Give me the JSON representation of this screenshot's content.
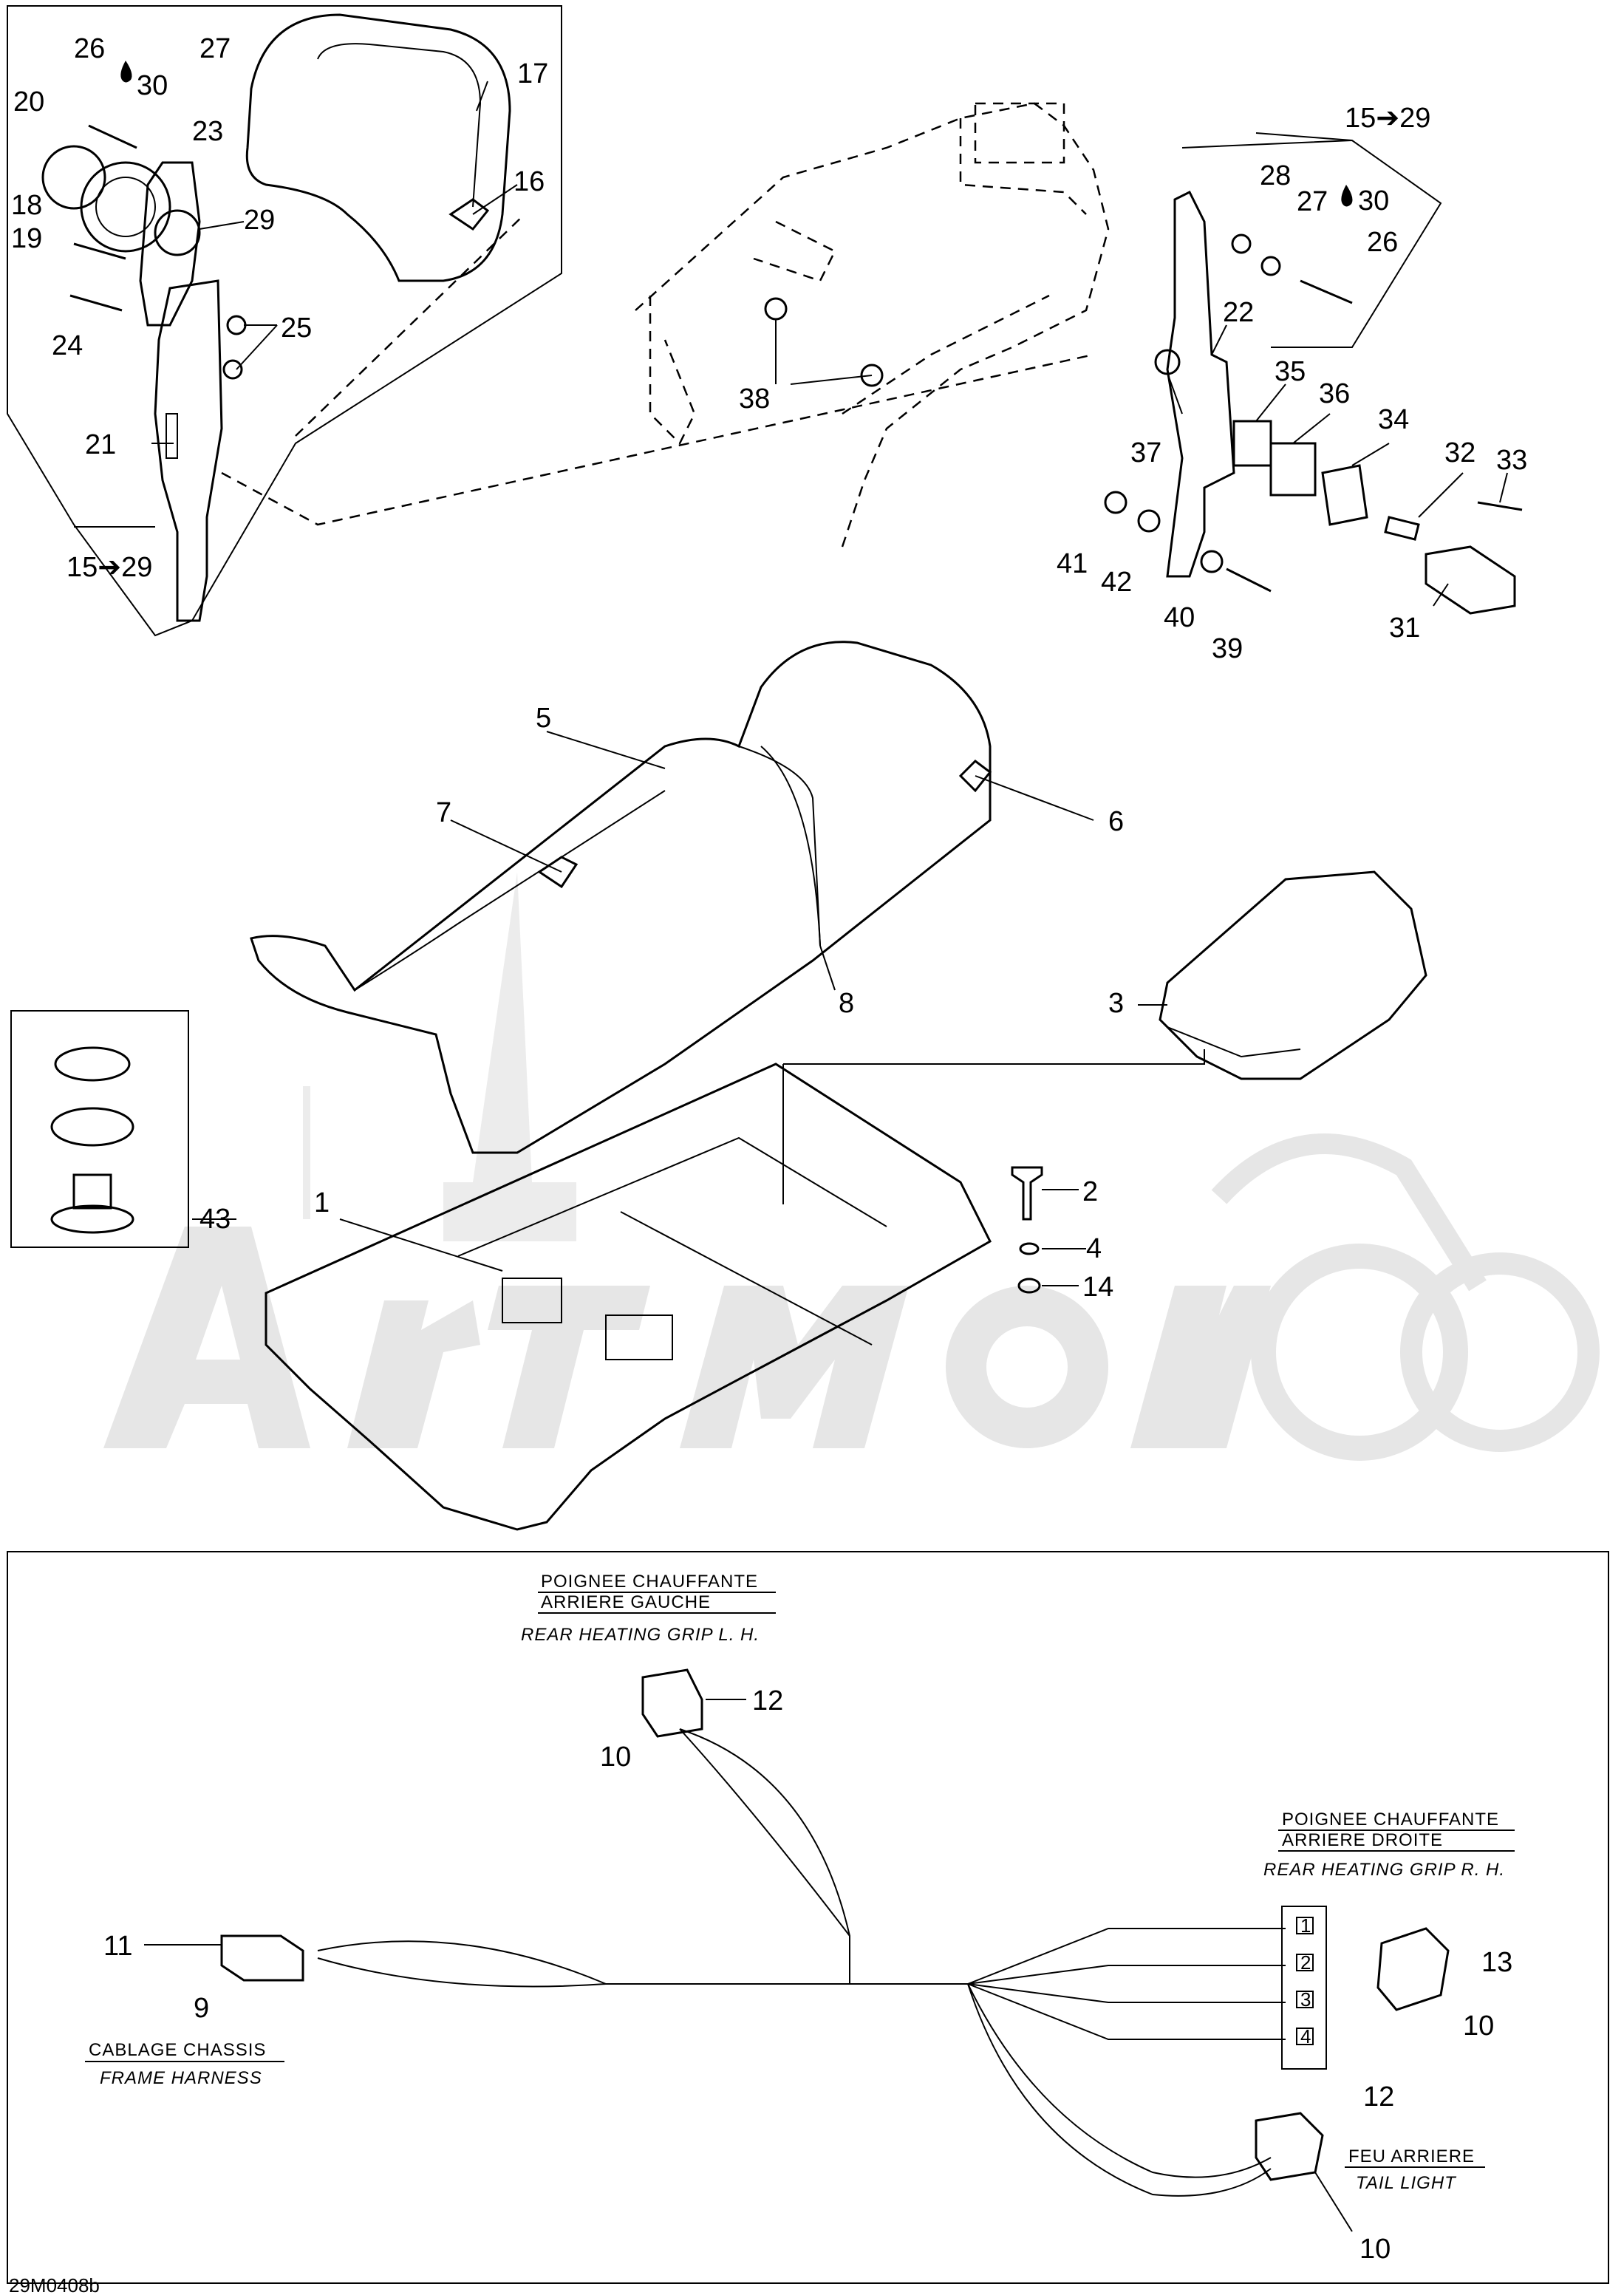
{
  "diagram_id": "29M0408b",
  "watermark": "ArtMoto",
  "callouts": {
    "c1": "1",
    "c2": "2",
    "c3": "3",
    "c4": "4",
    "c5": "5",
    "c6": "6",
    "c7": "7",
    "c8": "8",
    "c9": "9",
    "c10": "10",
    "c11": "11",
    "c12": "12",
    "c13": "13",
    "c14": "14",
    "c16": "16",
    "c17": "17",
    "c18": "18",
    "c19": "19",
    "c20": "20",
    "c21": "21",
    "c22": "22",
    "c23": "23",
    "c24": "24",
    "c25": "25",
    "c26": "26",
    "c27": "27",
    "c28": "28",
    "c29": "29",
    "c30": "30",
    "c31": "31",
    "c32": "32",
    "c33": "33",
    "c34": "34",
    "c35": "35",
    "c36": "36",
    "c37": "37",
    "c38": "38",
    "c39": "39",
    "c40": "40",
    "c41": "41",
    "c42": "42",
    "c43": "43",
    "range_15_29": "15➔29"
  },
  "pin_labels": [
    "1",
    "2",
    "3",
    "4"
  ],
  "harness": {
    "rear_grip_lh_fr_1": "POIGNEE  CHAUFFANTE",
    "rear_grip_lh_fr_2": "ARRIERE  GAUCHE",
    "rear_grip_lh_en": "REAR HEATING GRIP L. H.",
    "rear_grip_rh_fr_1": "POIGNEE  CHAUFFANTE",
    "rear_grip_rh_fr_2": "ARRIERE  DROITE",
    "rear_grip_rh_en": "REAR HEATING GRIP R. H.",
    "frame_fr": "CABLAGE  CHASSIS",
    "frame_en": "FRAME HARNESS",
    "tail_fr": "FEU  ARRIERE",
    "tail_en": "TAIL LIGHT"
  }
}
